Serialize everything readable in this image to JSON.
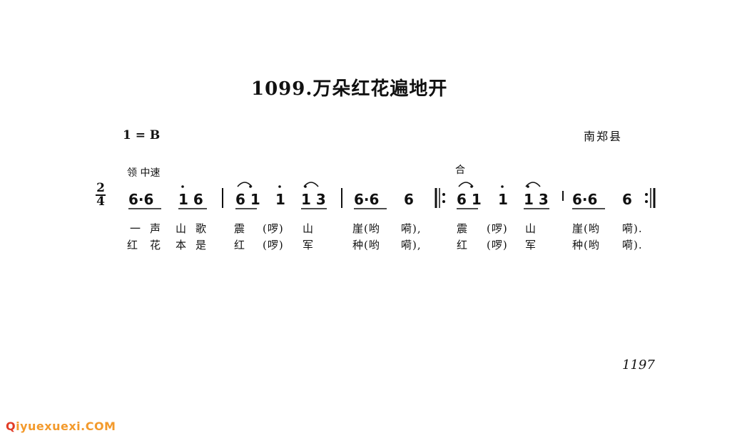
{
  "header": {
    "title": "1099.万朵红花遍地开",
    "key": "1 = B",
    "region": "南郑县"
  },
  "score": {
    "tempo": "领 中速",
    "chorus_mark": "合",
    "time_sig_top": "2",
    "time_sig_bottom": "4",
    "notes": [
      "6·6",
      "1 6",
      "6 1",
      "1",
      "1 3",
      "6·6",
      "6",
      "6 1",
      "1",
      "1 3",
      "6·6",
      "6"
    ]
  },
  "lyrics": {
    "line1": [
      "一",
      "声",
      "山",
      "歌",
      "震",
      "(啰)",
      "山",
      "崖(哟",
      "嗬),",
      "震",
      "(啰)",
      "山",
      "崖(哟",
      "嗬)."
    ],
    "line2": [
      "红",
      "花",
      "本",
      "是",
      "红",
      "(啰)",
      "军",
      "种(哟",
      "嗬),",
      "红",
      "(啰)",
      "军",
      "种(哟",
      "嗬)."
    ]
  },
  "footer": {
    "page_number": "1197",
    "watermark_q": "Q",
    "watermark_rest": "iyuexuexi.COM"
  }
}
